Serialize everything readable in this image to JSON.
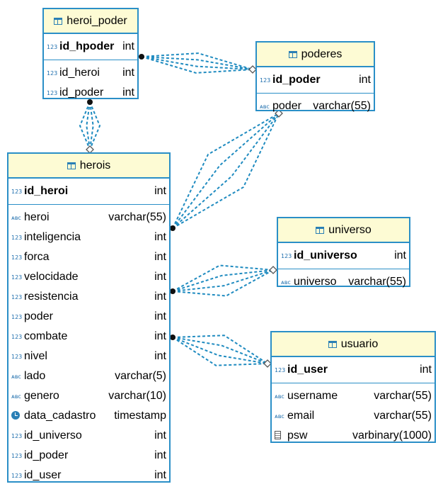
{
  "colors": {
    "border": "#2a8fc7",
    "header_bg": "#fdfbd4",
    "edge": "#1f8bc0"
  },
  "tables": {
    "heroi_poder": {
      "title": "heroi_poder",
      "pk": [
        {
          "icon": "123",
          "name": "id_hpoder",
          "type": "int"
        }
      ],
      "cols": [
        {
          "icon": "123",
          "name": "id_heroi",
          "type": "int"
        },
        {
          "icon": "123",
          "name": "id_poder",
          "type": "int"
        }
      ]
    },
    "poderes": {
      "title": "poderes",
      "pk": [
        {
          "icon": "123",
          "name": "id_poder",
          "type": "int"
        }
      ],
      "cols": [
        {
          "icon": "ABC",
          "name": "poder",
          "type": "varchar(55)"
        }
      ]
    },
    "herois": {
      "title": "herois",
      "pk": [
        {
          "icon": "123",
          "name": "id_heroi",
          "type": "int"
        }
      ],
      "cols": [
        {
          "icon": "ABC",
          "name": "heroi",
          "type": "varchar(55)"
        },
        {
          "icon": "123",
          "name": "inteligencia",
          "type": "int"
        },
        {
          "icon": "123",
          "name": "forca",
          "type": "int"
        },
        {
          "icon": "123",
          "name": "velocidade",
          "type": "int"
        },
        {
          "icon": "123",
          "name": "resistencia",
          "type": "int"
        },
        {
          "icon": "123",
          "name": "poder",
          "type": "int"
        },
        {
          "icon": "123",
          "name": "combate",
          "type": "int"
        },
        {
          "icon": "123",
          "name": "nivel",
          "type": "int"
        },
        {
          "icon": "ABC",
          "name": "lado",
          "type": "varchar(5)"
        },
        {
          "icon": "ABC",
          "name": "genero",
          "type": "varchar(10)"
        },
        {
          "icon": "clock",
          "name": "data_cadastro",
          "type": "timestamp"
        },
        {
          "icon": "123",
          "name": "id_universo",
          "type": "int"
        },
        {
          "icon": "123",
          "name": "id_poder",
          "type": "int"
        },
        {
          "icon": "123",
          "name": "id_user",
          "type": "int"
        }
      ]
    },
    "universo": {
      "title": "universo",
      "pk": [
        {
          "icon": "123",
          "name": "id_universo",
          "type": "int"
        }
      ],
      "cols": [
        {
          "icon": "ABC",
          "name": "universo",
          "type": "varchar(55)"
        }
      ]
    },
    "usuario": {
      "title": "usuario",
      "pk": [
        {
          "icon": "123",
          "name": "id_user",
          "type": "int"
        }
      ],
      "cols": [
        {
          "icon": "ABC",
          "name": "username",
          "type": "varchar(55)"
        },
        {
          "icon": "ABC",
          "name": "email",
          "type": "varchar(55)"
        },
        {
          "icon": "bin",
          "name": "psw",
          "type": "varbinary(1000)"
        }
      ]
    }
  }
}
